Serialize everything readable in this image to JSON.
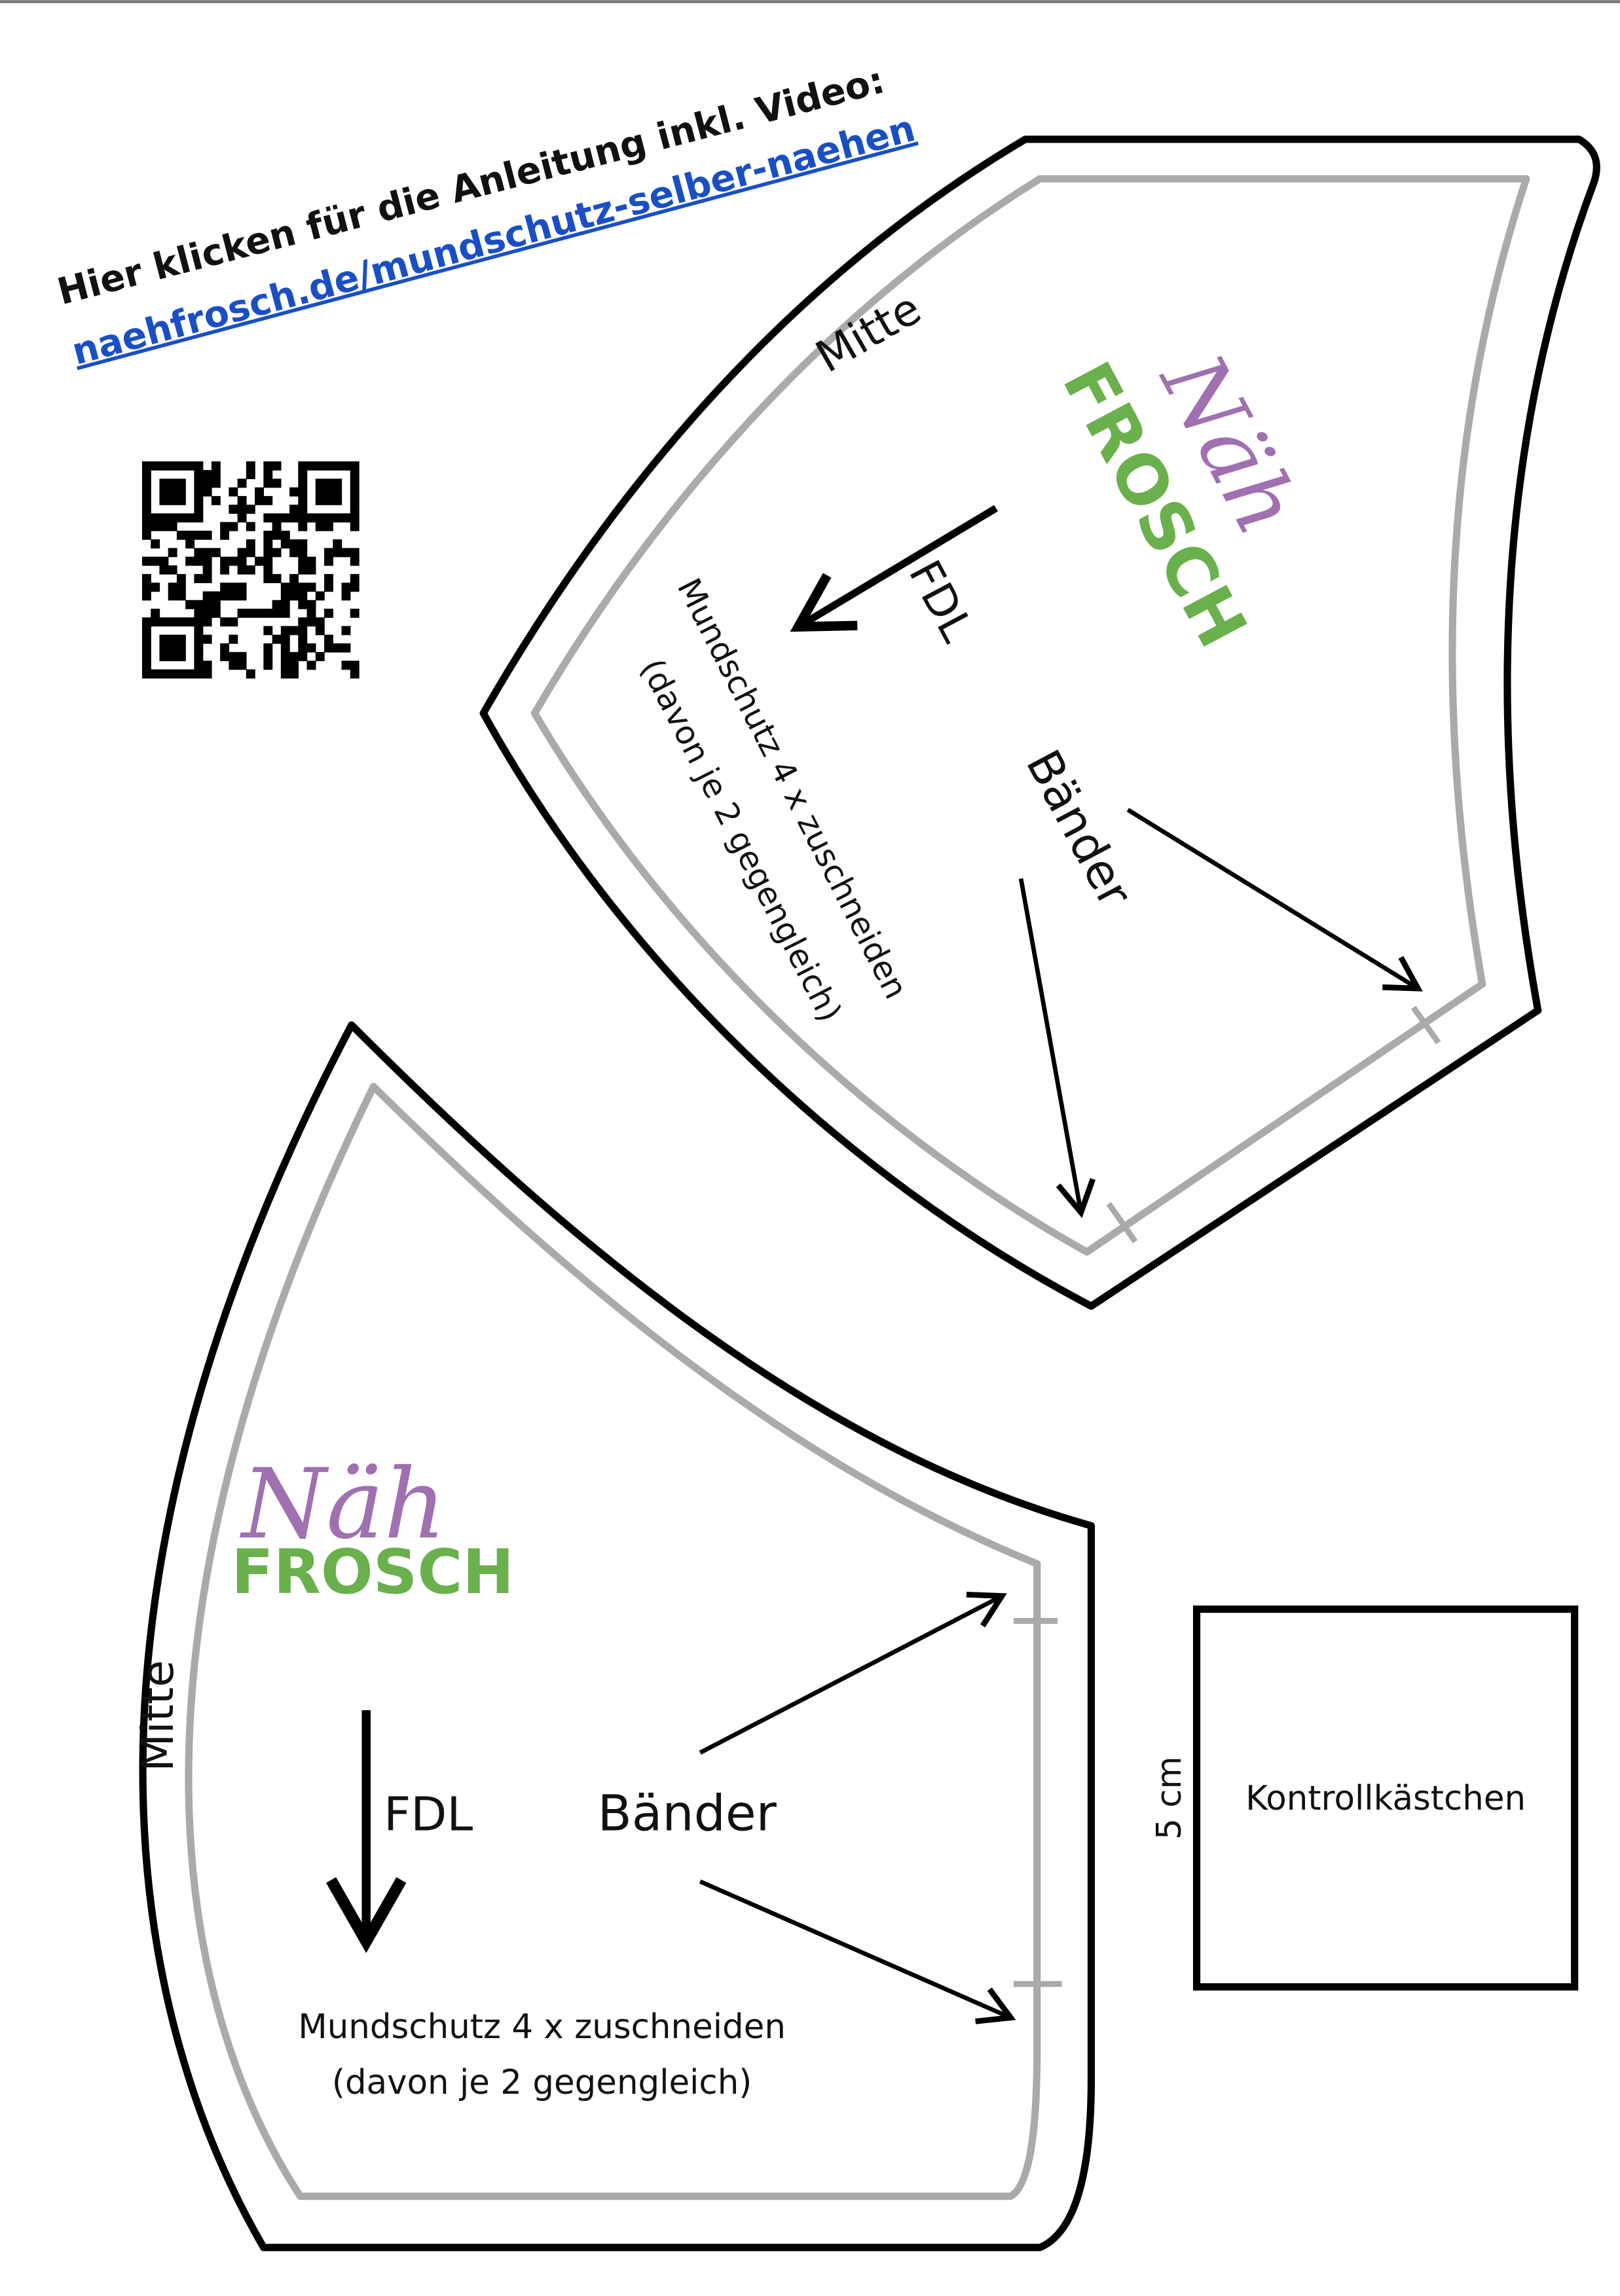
{
  "header": {
    "instruction": "Hier klicken für die Anleitung inkl. Video:",
    "link": "naehfrosch.de/mundschutz-selber-naehen"
  },
  "qr_code": {
    "icon": "qr-code-icon"
  },
  "logo": {
    "script": "Näh",
    "brand": "FROSCH",
    "script_color": "#a070b0",
    "brand_color": "#6ab04c"
  },
  "piece_top": {
    "center_label": "Mitte",
    "grain_label": "FDL",
    "ties_label": "Bänder",
    "cut_line1": "Mundschutz 4 x zuschneiden",
    "cut_line2": "(davon je 2 gegengleich)"
  },
  "piece_bottom": {
    "center_label": "Mitte",
    "grain_label": "FDL",
    "ties_label": "Bänder",
    "cut_line1": "Mundschutz 4 x zuschneiden",
    "cut_line2": "(davon je 2 gegengleich)"
  },
  "control_box": {
    "label": "Kontrollkästchen",
    "size_label": "5 cm"
  },
  "colors": {
    "outline": "#000000",
    "seam": "#aaaaaa",
    "link": "#1a4fc4"
  }
}
